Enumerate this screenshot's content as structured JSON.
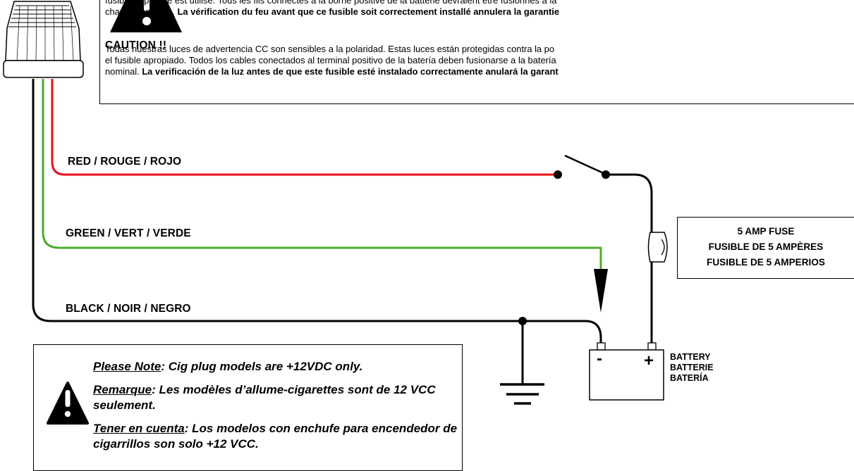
{
  "caution": {
    "label": "CAUTION !!",
    "fr_line1": "fusible approprié est utilisé.  Tous les fils connectés à la borne positive de la batterie devraient être fusionnés à la",
    "fr_line2_plain": "charge nominale.  ",
    "fr_line2_bold": "La vérification du feu avant que ce fusible soit correctement installé annulera la garantie",
    "es_line1": "Todas nuestras luces de advertencia CC son sensibles a la polaridad.  Estas luces están protegidas contra la po",
    "es_line2": "el fusible apropiado.  Todos los cables conectados al terminal positivo de la batería deben fusionarse a la batería",
    "es_line3_plain": "nominal.  ",
    "es_line3_bold": "La verificación de la luz antes de que este fusible esté instalado correctamente anulará la garant"
  },
  "wires": {
    "red_label": "RED / ROUGE / ROJO",
    "green_label": "GREEN / VERT / VERDE",
    "black_label": "BLACK / NOIR / NEGRO",
    "red_color": "#e8101a",
    "green_color": "#4cad2b",
    "black_color": "#000000"
  },
  "fuse": {
    "line1": "5 AMP FUSE",
    "line2": "FUSIBLE DE 5 AMPÈRES",
    "line3": "FUSIBLE DE 5 AMPERIOS"
  },
  "battery": {
    "line1": "BATTERY",
    "line2": "BATTERIE",
    "line3": "BATERÍA",
    "minus": "-",
    "plus": "+"
  },
  "note": {
    "en_label": "Please Note",
    "en_text": ": Cig plug models are +12VDC only.",
    "fr_label": "Remarque",
    "fr_text": ": Les modèles d’allume-cigarettes sont de 12 VCC seulement.",
    "es_label": "Tener en cuenta",
    "es_text": ": Los modelos con enchufe para encendedor de cigarrillos son solo +12 VCC."
  }
}
